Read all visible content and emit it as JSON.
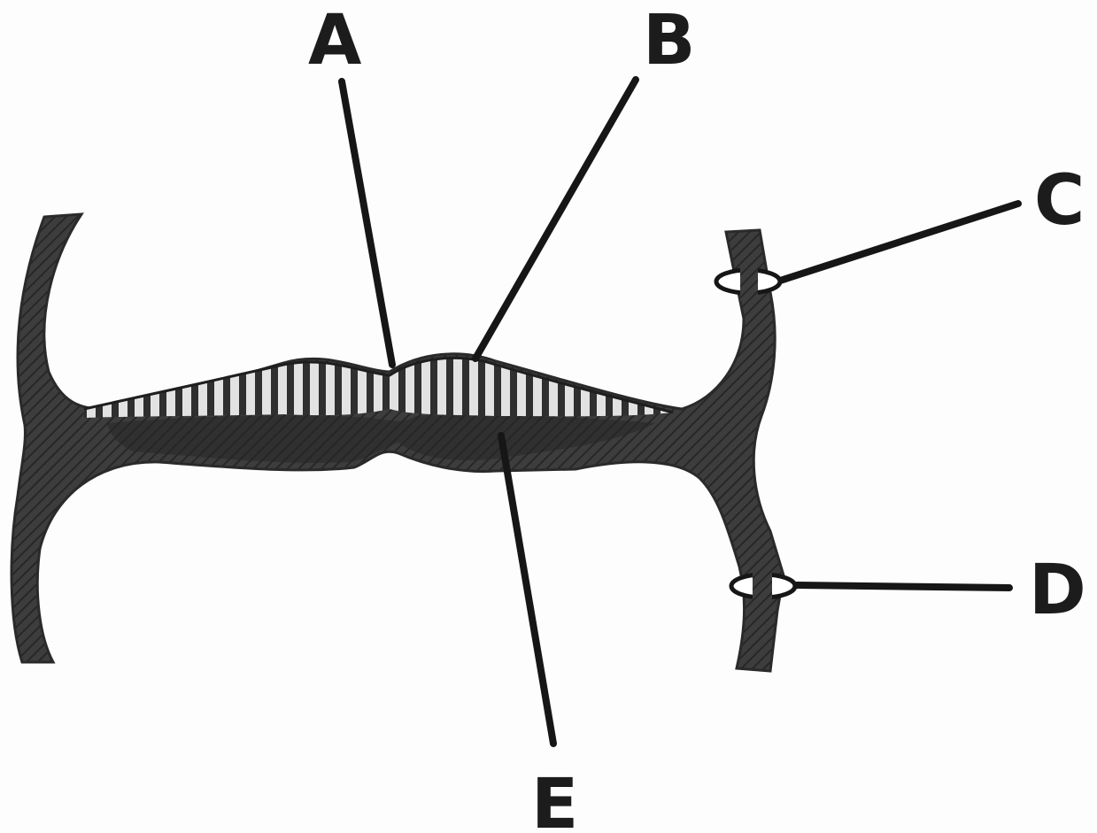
{
  "diagram": {
    "labels": {
      "a": "A",
      "b": "B",
      "c": "C",
      "d": "D",
      "e": "E"
    },
    "colors": {
      "tissue": "#3a3a3a",
      "tissue_dark": "#262626",
      "stripe_band": "#d8d8d8",
      "stripe": "#2e2e2e",
      "ink": "#161616"
    }
  }
}
